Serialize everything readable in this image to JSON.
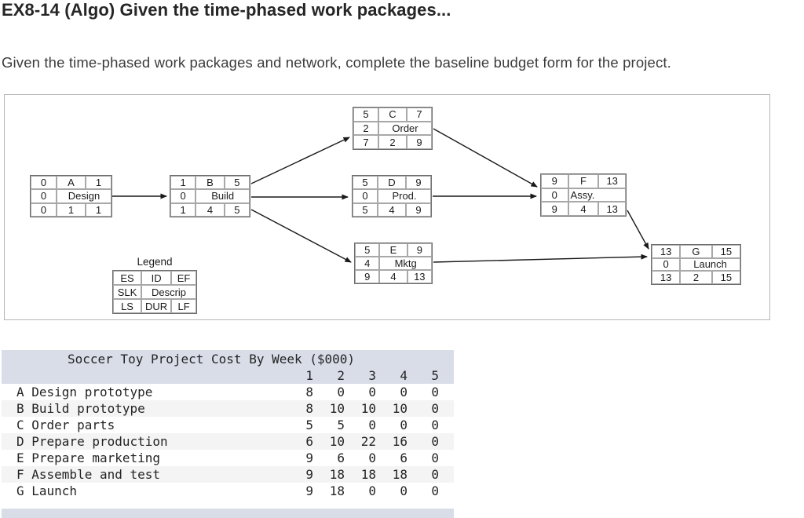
{
  "page": {
    "title": "EX8-14 (Algo) Given the time-phased work packages...",
    "instruction": "Given the time-phased work packages and network, complete the baseline budget form for the project."
  },
  "colors": {
    "table_header_bg": "#d8dde8",
    "row_stripe_bg": "#f4f4f4",
    "diagram_border": "#b5b5b5",
    "node_border": "#6e6e6e",
    "cell_border": "#a8a8a8",
    "ink": "#222222"
  },
  "network_diagram": {
    "legend": {
      "title": "Legend",
      "row1": [
        "ES",
        "ID",
        "EF"
      ],
      "row2": [
        "SLK",
        "Descrip"
      ],
      "row3": [
        "LS",
        "DUR",
        "LF"
      ]
    },
    "nodes": [
      {
        "id": "A",
        "es": "0",
        "ef": "1",
        "slk": "0",
        "descr": "Design",
        "ls": "0",
        "dur": "1",
        "lf": "1"
      },
      {
        "id": "B",
        "es": "1",
        "ef": "5",
        "slk": "0",
        "descr": "Build",
        "ls": "1",
        "dur": "4",
        "lf": "5"
      },
      {
        "id": "C",
        "es": "5",
        "ef": "7",
        "slk": "2",
        "descr": "Order",
        "ls": "7",
        "dur": "2",
        "lf": "9"
      },
      {
        "id": "D",
        "es": "5",
        "ef": "9",
        "slk": "0",
        "descr": "Prod.",
        "ls": "5",
        "dur": "4",
        "lf": "9"
      },
      {
        "id": "E",
        "es": "5",
        "ef": "9",
        "slk": "4",
        "descr": "Mktg",
        "ls": "9",
        "dur": "4",
        "lf": "13"
      },
      {
        "id": "F",
        "es": "9",
        "ef": "13",
        "slk": "0",
        "descr": "Assy.",
        "ls": "9",
        "dur": "4",
        "lf": "13"
      },
      {
        "id": "G",
        "es": "13",
        "ef": "15",
        "slk": "0",
        "descr": "Launch",
        "ls": "13",
        "dur": "2",
        "lf": "15"
      }
    ],
    "edges": [
      {
        "from": "A",
        "to": "B"
      },
      {
        "from": "B",
        "to": "C"
      },
      {
        "from": "B",
        "to": "D"
      },
      {
        "from": "B",
        "to": "E"
      },
      {
        "from": "C",
        "to": "F"
      },
      {
        "from": "D",
        "to": "F"
      },
      {
        "from": "E",
        "to": "G"
      },
      {
        "from": "F",
        "to": "G"
      }
    ]
  },
  "budget_table": {
    "title": "Soccer Toy Project Cost By Week ($000)",
    "week_headers": [
      "1",
      "2",
      "3",
      "4",
      "5"
    ],
    "rows": [
      {
        "label": "A Design prototype",
        "values": [
          "8",
          "0",
          "0",
          "0",
          "0"
        ]
      },
      {
        "label": "B Build prototype",
        "values": [
          "8",
          "10",
          "10",
          "10",
          "0"
        ]
      },
      {
        "label": "C Order parts",
        "values": [
          "5",
          "5",
          "0",
          "0",
          "0"
        ]
      },
      {
        "label": "D Prepare production",
        "values": [
          "6",
          "10",
          "22",
          "16",
          "0"
        ]
      },
      {
        "label": "E Prepare marketing",
        "values": [
          "9",
          "6",
          "0",
          "6",
          "0"
        ]
      },
      {
        "label": "F Assemble and test",
        "values": [
          "9",
          "18",
          "18",
          "18",
          "0"
        ]
      },
      {
        "label": "G Launch",
        "values": [
          "9",
          "18",
          "0",
          "0",
          "0"
        ]
      }
    ]
  }
}
